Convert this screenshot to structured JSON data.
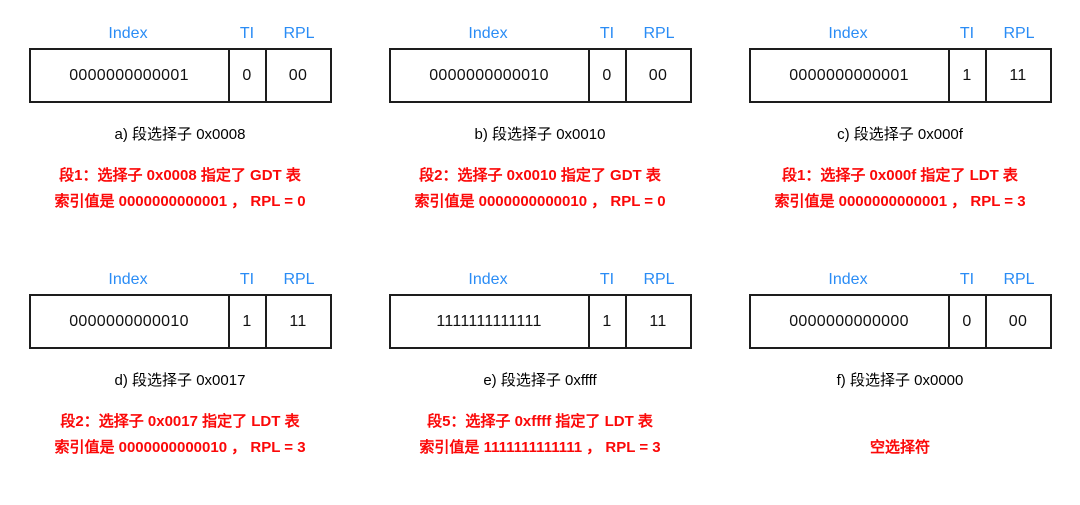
{
  "colors": {
    "header_blue": "#2a8cf5",
    "note_red": "#fb0808",
    "box_border": "#1d1d1d",
    "background": "#ffffff"
  },
  "headers": {
    "index": "Index",
    "ti": "TI",
    "rpl": "RPL"
  },
  "panels": [
    {
      "id": "a",
      "index_bits": "0000000000001",
      "ti_bit": "0",
      "rpl_bits": "00",
      "caption": "a) 段选择子 0x0008",
      "note_lines": [
        "段1：选择子 0x0008  指定了 GDT 表",
        "索引值是 0000000000001 ， RPL = 0"
      ]
    },
    {
      "id": "b",
      "index_bits": "0000000000010",
      "ti_bit": "0",
      "rpl_bits": "00",
      "caption": "b) 段选择子 0x0010",
      "note_lines": [
        "段2：选择子 0x0010  指定了 GDT 表",
        "索引值是 0000000000010 ， RPL = 0"
      ]
    },
    {
      "id": "c",
      "index_bits": "0000000000001",
      "ti_bit": "1",
      "rpl_bits": "11",
      "caption": "c) 段选择子 0x000f",
      "note_lines": [
        "段1：选择子 0x000f  指定了 LDT 表",
        "索引值是 0000000000001 ， RPL = 3"
      ]
    },
    {
      "id": "d",
      "index_bits": "0000000000010",
      "ti_bit": "1",
      "rpl_bits": "11",
      "caption": "d) 段选择子 0x0017",
      "note_lines": [
        "段2：选择子 0x0017  指定了 LDT 表",
        "索引值是 0000000000010 ， RPL = 3"
      ]
    },
    {
      "id": "e",
      "index_bits": "1111111111111",
      "ti_bit": "1",
      "rpl_bits": "11",
      "caption": "e) 段选择子 0xffff",
      "note_lines": [
        "段5：选择子 0xffff  指定了 LDT 表",
        "索引值是 1111111111111 ， RPL = 3"
      ]
    },
    {
      "id": "f",
      "index_bits": "0000000000000",
      "ti_bit": "0",
      "rpl_bits": "00",
      "caption": "f) 段选择子 0x0000",
      "note_lines": [
        "空选择符"
      ]
    }
  ]
}
